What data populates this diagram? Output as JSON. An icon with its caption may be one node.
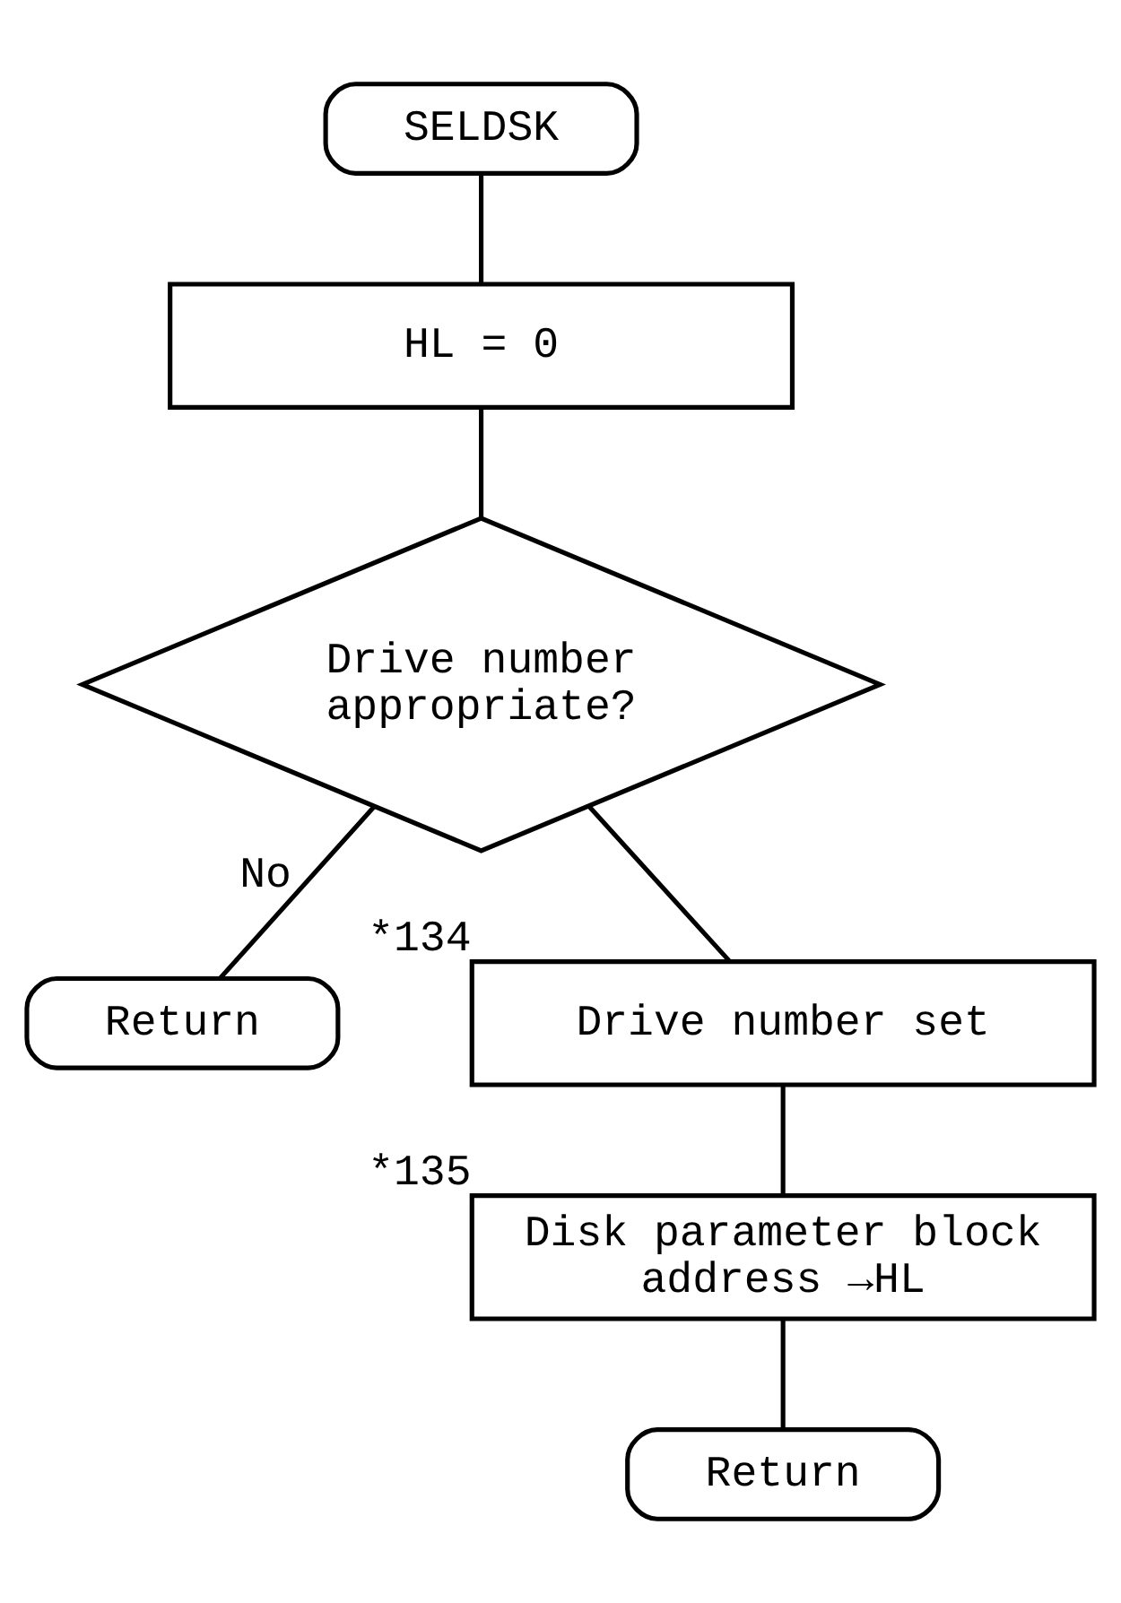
{
  "diagram": {
    "nodes": [
      {
        "text": [
          "SELDSK"
        ]
      },
      {
        "text": [
          "HL = 0"
        ]
      },
      {
        "text": [
          "Drive number appropriate?"
        ]
      },
      {
        "text": [
          "Return"
        ]
      },
      {
        "text": [
          "Drive number set"
        ],
        "beside": [
          "*134"
        ]
      },
      {
        "text": [
          "Disk parameter block address →HL"
        ],
        "beside": [
          "*135"
        ]
      },
      {
        "text": [
          "Return"
        ]
      }
    ],
    "edges": [
      {
        "from": 0,
        "to": 1,
        "arrow": "none"
      },
      {
        "from": 1,
        "to": 2,
        "arrow": "none"
      },
      {
        "from": 2,
        "to": 3,
        "arrow": "none",
        "label": "No"
      },
      {
        "from": 2,
        "to": 4,
        "arrow": "none"
      },
      {
        "from": 4,
        "to": 5,
        "arrow": "none"
      },
      {
        "from": 5,
        "to": 6,
        "arrow": "none"
      }
    ]
  }
}
